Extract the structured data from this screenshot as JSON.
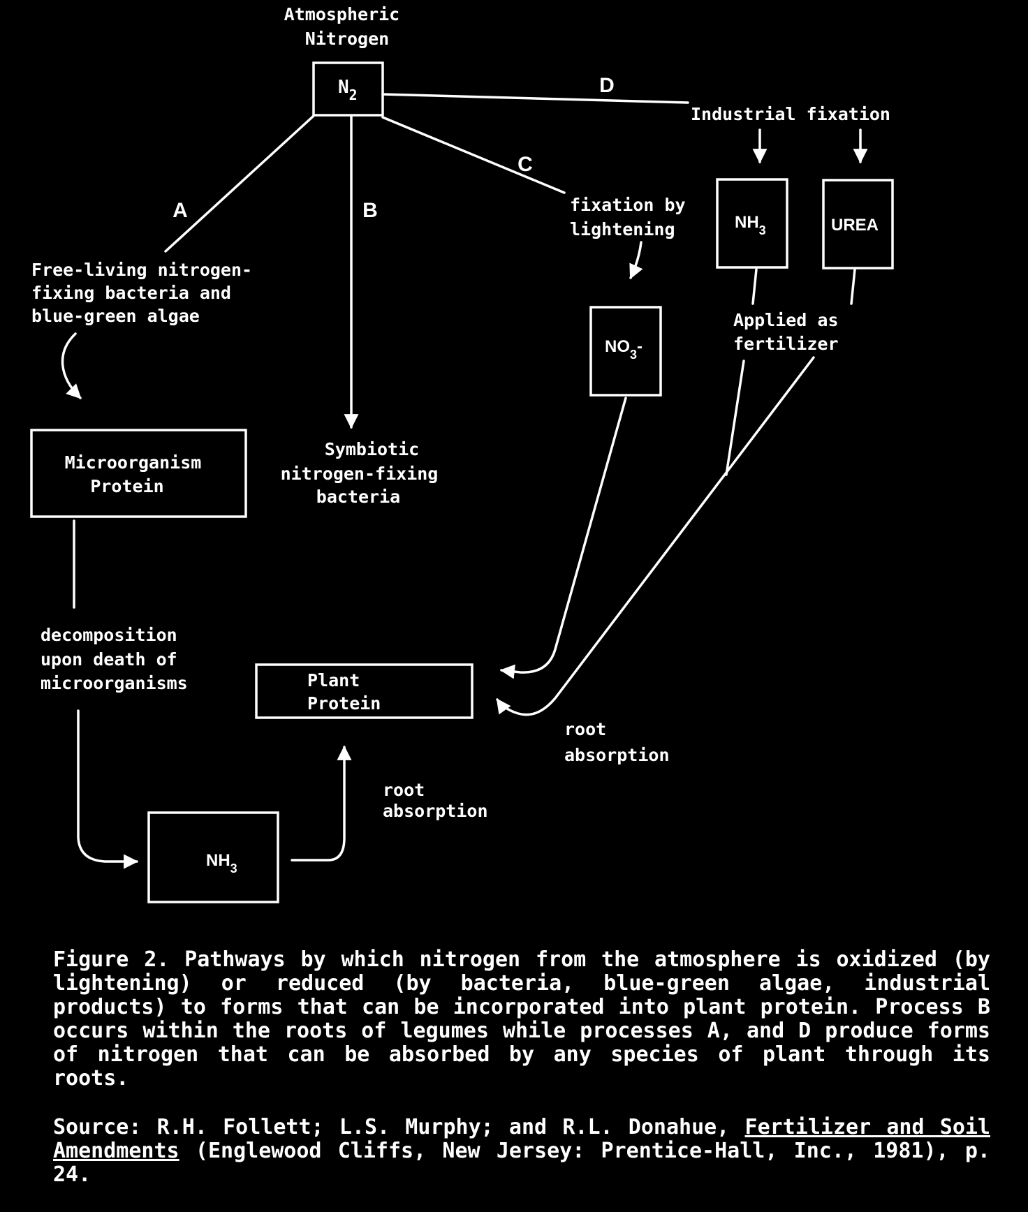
{
  "nodes": {
    "atmospheric": [
      "Atmospheric",
      "Nitrogen"
    ],
    "n2": {
      "main": "N",
      "sub": "2"
    },
    "industrial_fixation": "Industrial fixation",
    "nh3_top": {
      "main": "NH",
      "sub": "3"
    },
    "urea": "UREA",
    "fixation_lightning": [
      "fixation by",
      "lightening"
    ],
    "no3": {
      "main": "NO",
      "sub": "3",
      "suffix": "-"
    },
    "applied": [
      "Applied as",
      "fertilizer"
    ],
    "free_living": [
      "Free-living nitrogen-",
      "fixing bacteria and",
      "blue-green algae"
    ],
    "microorganism_protein": [
      "Microorganism",
      "Protein"
    ],
    "symbiotic": [
      "Symbiotic",
      "nitrogen-fixing",
      "bacteria"
    ],
    "decomposition": [
      "decomposition",
      "upon death of",
      "microorganisms"
    ],
    "plant_protein": [
      "Plant",
      "Protein"
    ],
    "root_absorption_right": [
      "root",
      "absorption"
    ],
    "root_absorption_bottom": [
      "root",
      "absorption"
    ],
    "nh3_bottom": {
      "main": "NH",
      "sub": "3"
    }
  },
  "pathways": {
    "a": "A",
    "b": "B",
    "c": "C",
    "d": "D"
  },
  "caption": "Figure 2. Pathways by which nitrogen from the atmosphere is oxidized (by lightening) or reduced (by bacteria, blue-green algae, industrial products) to forms that can be incorporated into plant protein. Process B occurs within the roots of legumes while processes A, and D produce forms of nitrogen that can be absorbed by any species of plant through its roots.",
  "source": {
    "prefix": "Source: R.H. Follett; L.S. Murphy; and R.L. Donahue, ",
    "title": "Fertilizer and Soil Amendments",
    "suffix": " (Englewood Cliffs, New Jersey: Prentice-Hall, Inc., 1981), p. 24."
  }
}
